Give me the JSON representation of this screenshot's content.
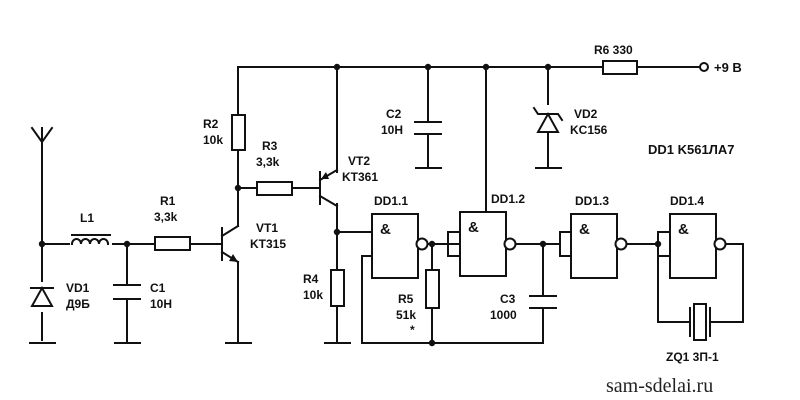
{
  "components": {
    "L1": "L1",
    "R1": {
      "name": "R1",
      "value": "3,3k"
    },
    "C1": {
      "name": "C1",
      "value": "10H"
    },
    "VD1": {
      "name": "VD1",
      "value": "Д9Б"
    },
    "VT1": {
      "name": "VT1",
      "value": "KT315"
    },
    "R2": {
      "name": "R2",
      "value": "10k"
    },
    "R3": {
      "name": "R3",
      "value": "3,3k"
    },
    "VT2": {
      "name": "VT2",
      "value": "KT361"
    },
    "R4": {
      "name": "R4",
      "value": "10k"
    },
    "C2": {
      "name": "C2",
      "value": "10H"
    },
    "R6": "R6 330",
    "supply": "+9 B",
    "VD2": {
      "name": "VD2",
      "value": "KC156"
    },
    "DD1": "DD1 K561ЛA7",
    "DD1_1": "DD1.1",
    "DD1_2": "DD1.2",
    "DD1_3": "DD1.3",
    "DD1_4": "DD1.4",
    "gate_symbol": "&",
    "R5": {
      "name": "R5",
      "value": "51k",
      "mark": "*"
    },
    "C3": {
      "name": "C3",
      "value": "1000"
    },
    "ZQ1": "ZQ1 3П-1"
  },
  "watermark": "sam-sdelai.ru"
}
